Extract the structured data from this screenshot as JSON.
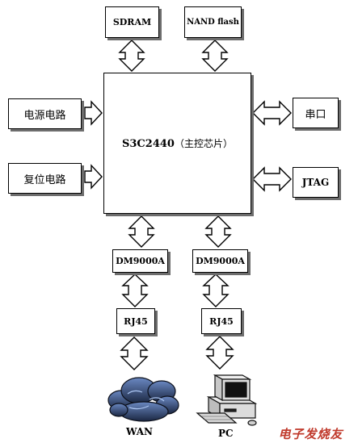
{
  "diagram": {
    "main": {
      "chip": "S3C2440",
      "suffix": "（主控芯片）"
    },
    "top": {
      "sdram": "SDRAM",
      "nand": "NAND flash"
    },
    "left": {
      "power": "电源电路",
      "reset": "复位电路"
    },
    "right": {
      "serial": "串口",
      "jtag": "JTAG"
    },
    "ethernet": {
      "left_controller": "DM9000A",
      "right_controller": "DM9000A",
      "left_connector": "RJ45",
      "right_connector": "RJ45",
      "wan_label": "WAN",
      "pc_label": "PC"
    },
    "watermark": "电子发烧友"
  }
}
